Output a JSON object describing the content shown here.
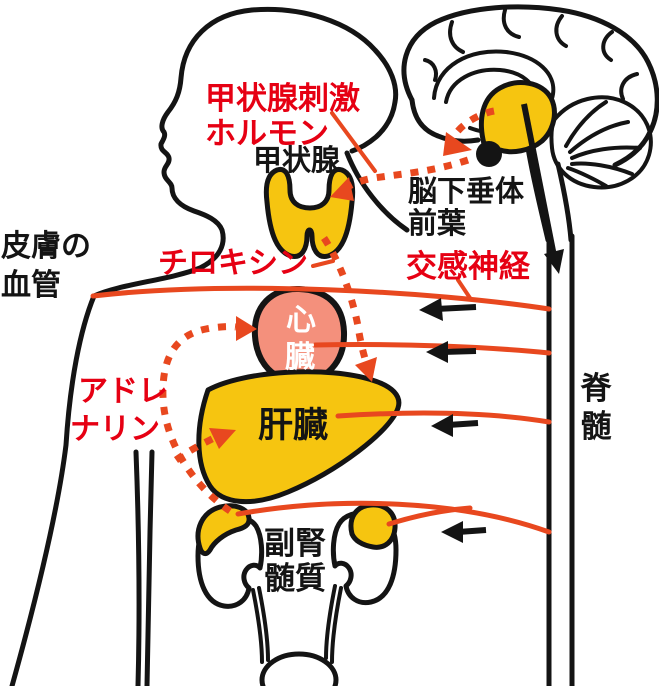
{
  "labels": {
    "tsh": {
      "line1": "甲状腺刺激",
      "line2": "ホルモン"
    },
    "thyroid": "甲状腺",
    "pituitary": {
      "line1": "脳下垂体",
      "line2": "前葉"
    },
    "skin_vessels": {
      "line1": "皮膚の",
      "line2": "血管"
    },
    "thyroxine": "チロキシン",
    "sympathetic_nerve": "交感神経",
    "heart": {
      "char1": "心",
      "char2": "臓"
    },
    "liver": "肝臓",
    "adrenaline": {
      "line1": "アドレ",
      "line2": "ナリン"
    },
    "adrenal_medulla": {
      "line1": "副腎",
      "line2": "髄質"
    },
    "spinal_cord": {
      "char1": "脊",
      "char2": "髄"
    }
  },
  "colors": {
    "label_red": "#e60013",
    "nerve_red": "#e8481f",
    "organ_yellow": "#f6c510",
    "heart_pink": "#f4907c",
    "outline_black": "#141414"
  }
}
